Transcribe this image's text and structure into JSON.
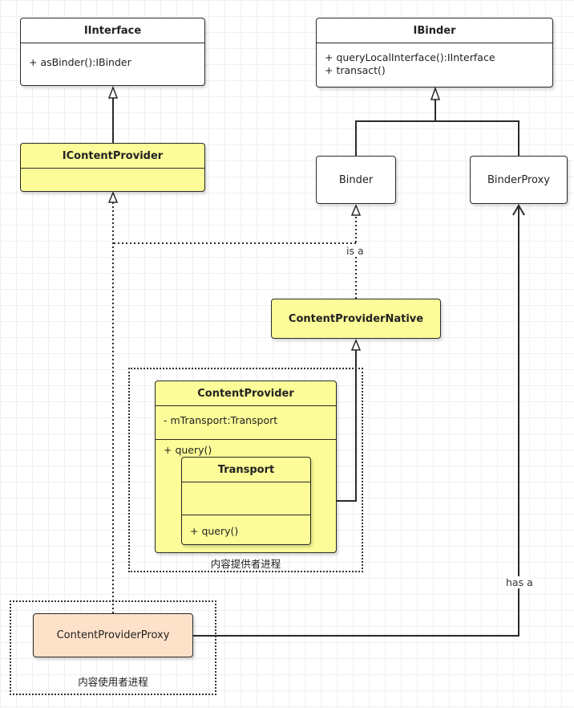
{
  "classes": {
    "iinterface": {
      "name": "IInterface",
      "methods": [
        "+ asBinder():IBinder"
      ]
    },
    "ibinder": {
      "name": "IBinder",
      "methods": [
        "+ queryLocalInterface():IInterface",
        "+ transact()"
      ]
    },
    "icontentprovider": {
      "name": "IContentProvider"
    },
    "binder": {
      "name": "Binder"
    },
    "binderproxy": {
      "name": "BinderProxy"
    },
    "contentprovidernative": {
      "name": "ContentProviderNative"
    },
    "contentprovider": {
      "name": "ContentProvider",
      "attributes": [
        "- mTransport:Transport"
      ],
      "methods": [
        "+ query()"
      ]
    },
    "transport": {
      "name": "Transport",
      "methods": [
        "+ query()"
      ]
    },
    "contentproviderproxy": {
      "name": "ContentProviderProxy"
    }
  },
  "packages": {
    "provider_process": "内容提供者进程",
    "user_process": "内容使用者进程"
  },
  "edge_labels": {
    "is_a": "is a",
    "has_a": "has a"
  },
  "colors": {
    "interface_fill": "#fcfc98",
    "proxy_fill": "#fde1c8",
    "line": "#2a2a2a"
  }
}
